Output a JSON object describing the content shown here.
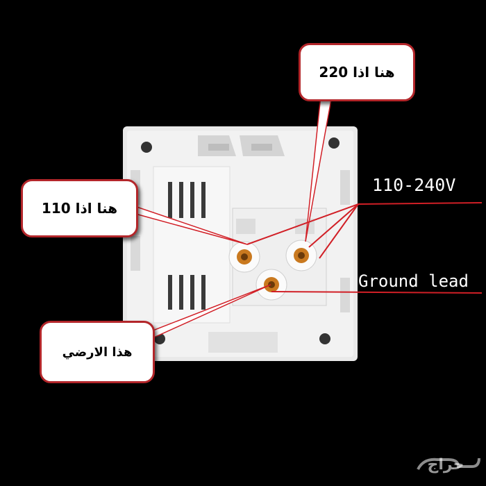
{
  "callouts": {
    "hole_110": "هنا اذا 110",
    "hole_220": "هنا اذا 220",
    "ground": "هذا الارضي"
  },
  "labels": {
    "voltage": "110-240V",
    "ground_lead": "Ground lead"
  },
  "watermark": "حراج",
  "colors": {
    "background": "#000000",
    "plate": "#eeeeee",
    "leader": "#d11f26",
    "callout_border": "#b3262a",
    "terminal": "#c9791f"
  }
}
